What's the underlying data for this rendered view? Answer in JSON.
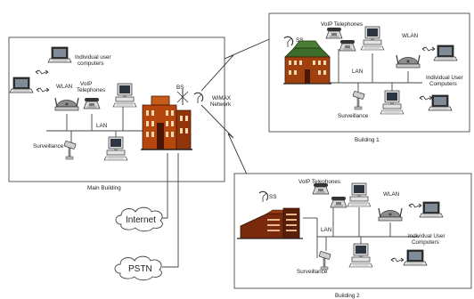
{
  "main_building": {
    "caption": "Main Building",
    "individual_users": "Individual user computers",
    "wlan": "WLAN",
    "voip": "VoIP Telephones",
    "lan": "LAN",
    "bs": "BS",
    "surveillance": "Surveillance"
  },
  "wimax": {
    "line1": "WiMAX",
    "line2": "Network"
  },
  "building1": {
    "caption": "Building 1",
    "ss": "SS",
    "voip": "VoIP Telephones",
    "wlan": "WLAN",
    "lan": "LAN",
    "individual_users": "Individual User Computers",
    "surveillance": "Surveillance"
  },
  "building2": {
    "caption": "Building 2",
    "ss": "SS",
    "voip": "VoIP Telephones",
    "wlan": "WLAN",
    "lan": "LAN",
    "individual_users": "Individual User Computers",
    "surveillance": "Surveillance"
  },
  "clouds": {
    "internet": "Internet",
    "pstn": "PSTN"
  },
  "icons": {
    "laptop": "laptop-icon",
    "desktop": "desktop-computer-icon",
    "phone": "voip-phone-icon",
    "router": "wlan-router-icon",
    "camera": "surveillance-camera-icon",
    "building": "building-icon",
    "antenna": "antenna-icon",
    "cloud": "cloud-icon"
  },
  "colors": {
    "brick": "#b5470d",
    "brick_dark": "#6b2409",
    "roof_green": "#3d6d2a",
    "line": "#444444"
  }
}
